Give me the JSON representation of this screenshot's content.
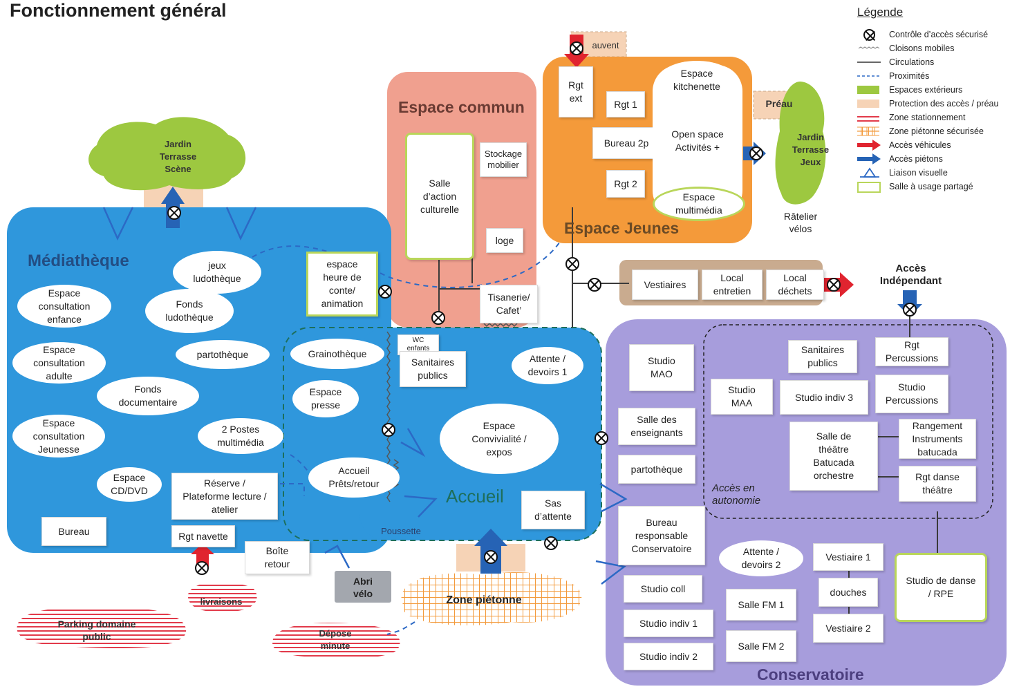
{
  "title": "Fonctionnement général",
  "legend": {
    "title": "Légende",
    "items": [
      {
        "label": "Contrôle d’accès sécurisé",
        "icon": "access-control-icon"
      },
      {
        "label": "Cloisons mobiles",
        "icon": "mobile-partition-icon"
      },
      {
        "label": "Circulations",
        "icon": "circulation-line-icon"
      },
      {
        "label": "Proximités",
        "icon": "proximity-line-icon"
      },
      {
        "label": "Espaces extérieurs",
        "icon": "green-swatch-icon"
      },
      {
        "label": "Protection des accès / préau",
        "icon": "peach-swatch-icon"
      },
      {
        "label": "Zone stationnement",
        "icon": "red-hatch-icon"
      },
      {
        "label": "Zone piétonne sécurisée",
        "icon": "orange-grid-icon"
      },
      {
        "label": "Accès véhicules",
        "icon": "red-arrow-icon"
      },
      {
        "label": "Accès piétons",
        "icon": "blue-arrow-icon"
      },
      {
        "label": "Liaison visuelle",
        "icon": "visual-link-icon"
      },
      {
        "label": "Salle à usage partagé",
        "icon": "green-frame-icon"
      }
    ]
  },
  "colors": {
    "mediatheque": "#2f97dc",
    "espace_commun": "#f0a08f",
    "espace_jeunes": "#f49a3a",
    "conservatoire": "#a79ddc",
    "outdoor_green": "#9dc840",
    "shared_frame": "#b9d65a",
    "vestiaire_band": "#c9ab8f",
    "parking_red": "#e23a4a",
    "pedestrian_orange": "#f5a04a"
  },
  "outdoor": {
    "jardin_left": "Jardin\nTerrasse\nScène",
    "jardin_right": "Jardin\nTerrasse\nJeux",
    "auvent": "auvent",
    "preau": "Préau",
    "ratelier": "Râtelier\nvélos",
    "acces_independant": "Accès\nIndépendant",
    "zone_pietonne": "Zone piétonne",
    "livraisons": "livraisons",
    "parking": "Parking domaine\npublic",
    "depose": "Dépose\nminute",
    "abri_velo": "Abri\nvélo",
    "poussette": "Poussette"
  },
  "mediatheque": {
    "label": "Médiathèque",
    "items": {
      "jeux_ludotheque": "jeux\nludothèque",
      "fonds_ludotheque": "Fonds\nludothèque",
      "consultation_enfance": "Espace\nconsultation\nenfance",
      "consultation_adulte": "Espace\nconsultation\nadulte",
      "consultation_jeunesse": "Espace\nconsultation\nJeunesse",
      "partotheque": "partothèque",
      "fonds_documentaire": "Fonds\ndocumentaire",
      "postes_multimedia": "2 Postes\nmultimédia",
      "cd_dvd": "Espace\nCD/DVD",
      "reserve": "Réserve /\nPlateforme lecture /\natelier",
      "bureau": "Bureau",
      "rgt_navette": "Rgt navette",
      "boite_retour": "Boîte\nretour",
      "heure_conte": "espace\nheure de\nconte/\nanimation"
    }
  },
  "accueil": {
    "label": "Accueil",
    "items": {
      "grainotheque": "Grainothèque",
      "espace_presse": "Espace\npresse",
      "wc_enfants": "WC\nenfants",
      "sanitaires": "Sanitaires\npublics",
      "attente_devoirs_1": "Attente /\ndevoirs 1",
      "convivialite": "Espace\nConvivialité /\nexpos",
      "accueil_prets": "Accueil\nPrêts/retour",
      "sas_attente": "Sas\nd’attente"
    }
  },
  "espace_commun": {
    "label": "Espace commun",
    "items": {
      "salle_action": "Salle\nd’action\nculturelle",
      "stockage": "Stockage\nmobilier",
      "loge": "loge",
      "tisanerie": "Tisanerie/\nCafet’"
    }
  },
  "espace_jeunes": {
    "label": "Espace Jeunes",
    "items": {
      "rgt_ext": "Rgt\next",
      "kitchenette": "Espace\nkitchenette",
      "rgt1": "Rgt 1",
      "bureau2p": "Bureau 2p",
      "open_space": "Open space\nActivités +",
      "rgt2": "Rgt 2",
      "multimedia": "Espace\nmultimédia"
    }
  },
  "services": {
    "vestiaires": "Vestiaires",
    "local_entretien": "Local\nentretien",
    "local_dechets": "Local\ndéchets"
  },
  "conservatoire": {
    "label": "Conservatoire",
    "acces_autonomie": "Accès en\nautonomie",
    "items": {
      "studio_mao": "Studio\nMAO",
      "sanitaires": "Sanitaires\npublics",
      "rgt_percussions": "Rgt\nPercussions",
      "studio_maa": "Studio\nMAA",
      "studio_indiv3": "Studio indiv 3",
      "studio_percussions": "Studio\nPercussions",
      "salle_enseignants": "Salle des\nenseignants",
      "salle_theatre": "Salle de\nthéâtre\nBatucada\norchestre",
      "rangement_batucada": "Rangement\nInstruments\nbatucada",
      "partotheque": "partothèque",
      "rgt_danse": "Rgt danse\nthéâtre",
      "bureau_resp": "Bureau\nresponsable\nConservatoire",
      "attente_devoirs_2": "Attente /\ndevoirs 2",
      "vestiaire1": "Vestiaire 1",
      "douches": "douches",
      "vestiaire2": "Vestiaire 2",
      "studio_danse": "Studio de danse\n/ RPE",
      "studio_coll": "Studio coll",
      "salle_fm1": "Salle FM 1",
      "studio_indiv1": "Studio indiv 1",
      "salle_fm2": "Salle FM 2",
      "studio_indiv2": "Studio indiv 2"
    }
  }
}
